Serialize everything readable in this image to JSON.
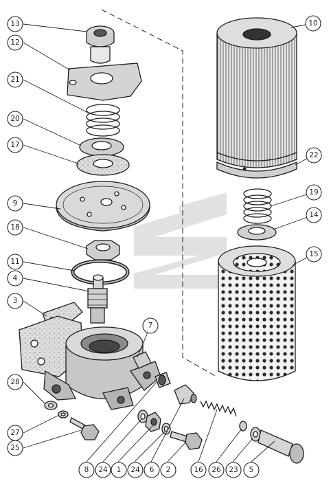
{
  "diagram": {
    "callouts": [
      {
        "id": "c13",
        "label": "13"
      },
      {
        "id": "c12",
        "label": "12"
      },
      {
        "id": "c21",
        "label": "21"
      },
      {
        "id": "c20",
        "label": "20"
      },
      {
        "id": "c17",
        "label": "17"
      },
      {
        "id": "c9",
        "label": "9"
      },
      {
        "id": "c18",
        "label": "18"
      },
      {
        "id": "c11",
        "label": "11"
      },
      {
        "id": "c4",
        "label": "4"
      },
      {
        "id": "c3",
        "label": "3"
      },
      {
        "id": "c28",
        "label": "28"
      },
      {
        "id": "c27",
        "label": "27"
      },
      {
        "id": "c25",
        "label": "25"
      },
      {
        "id": "c7",
        "label": "7"
      },
      {
        "id": "c10",
        "label": "10"
      },
      {
        "id": "c22",
        "label": "22"
      },
      {
        "id": "c19",
        "label": "19"
      },
      {
        "id": "c14",
        "label": "14"
      },
      {
        "id": "c15",
        "label": "15"
      },
      {
        "id": "c8",
        "label": "8"
      },
      {
        "id": "c24a",
        "label": "24"
      },
      {
        "id": "c1",
        "label": "1"
      },
      {
        "id": "c24b",
        "label": "24"
      },
      {
        "id": "c6",
        "label": "6"
      },
      {
        "id": "c2",
        "label": "2"
      },
      {
        "id": "c16",
        "label": "16"
      },
      {
        "id": "c26",
        "label": "26"
      },
      {
        "id": "c23",
        "label": "23"
      },
      {
        "id": "c5",
        "label": "5"
      }
    ]
  },
  "colors": {
    "ink": "#1e1e1e",
    "shade": "#bdbdbd",
    "watermark": "#c9c9c9",
    "background": "#ffffff"
  }
}
